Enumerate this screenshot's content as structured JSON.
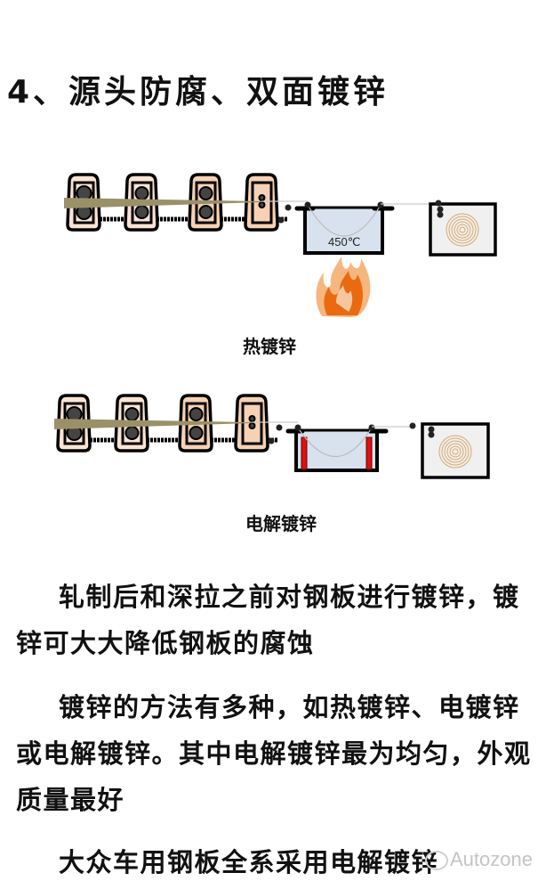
{
  "title": "4、源头防腐、双面镀锌",
  "diagrams": {
    "hot_dip": {
      "caption": "热镀锌",
      "bath_temperature": "450℃",
      "heat_source": "flame",
      "colors": {
        "strip": "#9a9169",
        "stand_fill": "#f6d1b3",
        "roll": "#444444",
        "bath_liquid": "#d8e2ee",
        "flame_outer": "#f6b680",
        "flame_inner": "#ea6a10",
        "coil": "#d8a86a"
      }
    },
    "electrolytic": {
      "caption": "电解镀锌",
      "colors": {
        "strip": "#9a9169",
        "stand_fill": "#f6d1b3",
        "roll": "#444444",
        "bath_liquid": "#d8e2ee",
        "electrode": "#e01010",
        "coil": "#d8a86a"
      }
    }
  },
  "paragraphs": [
    "轧制后和深拉之前对钢板进行镀锌，镀锌可大大降低钢板的腐蚀",
    "镀锌的方法有多种，如热镀锌、电镀锌或电解镀锌。其中电解镀锌最为均匀，外观质量最好",
    "大众车用钢板全系采用电解镀锌"
  ],
  "watermark": {
    "text": "Autozone",
    "icon": "wechat-logo-icon"
  }
}
